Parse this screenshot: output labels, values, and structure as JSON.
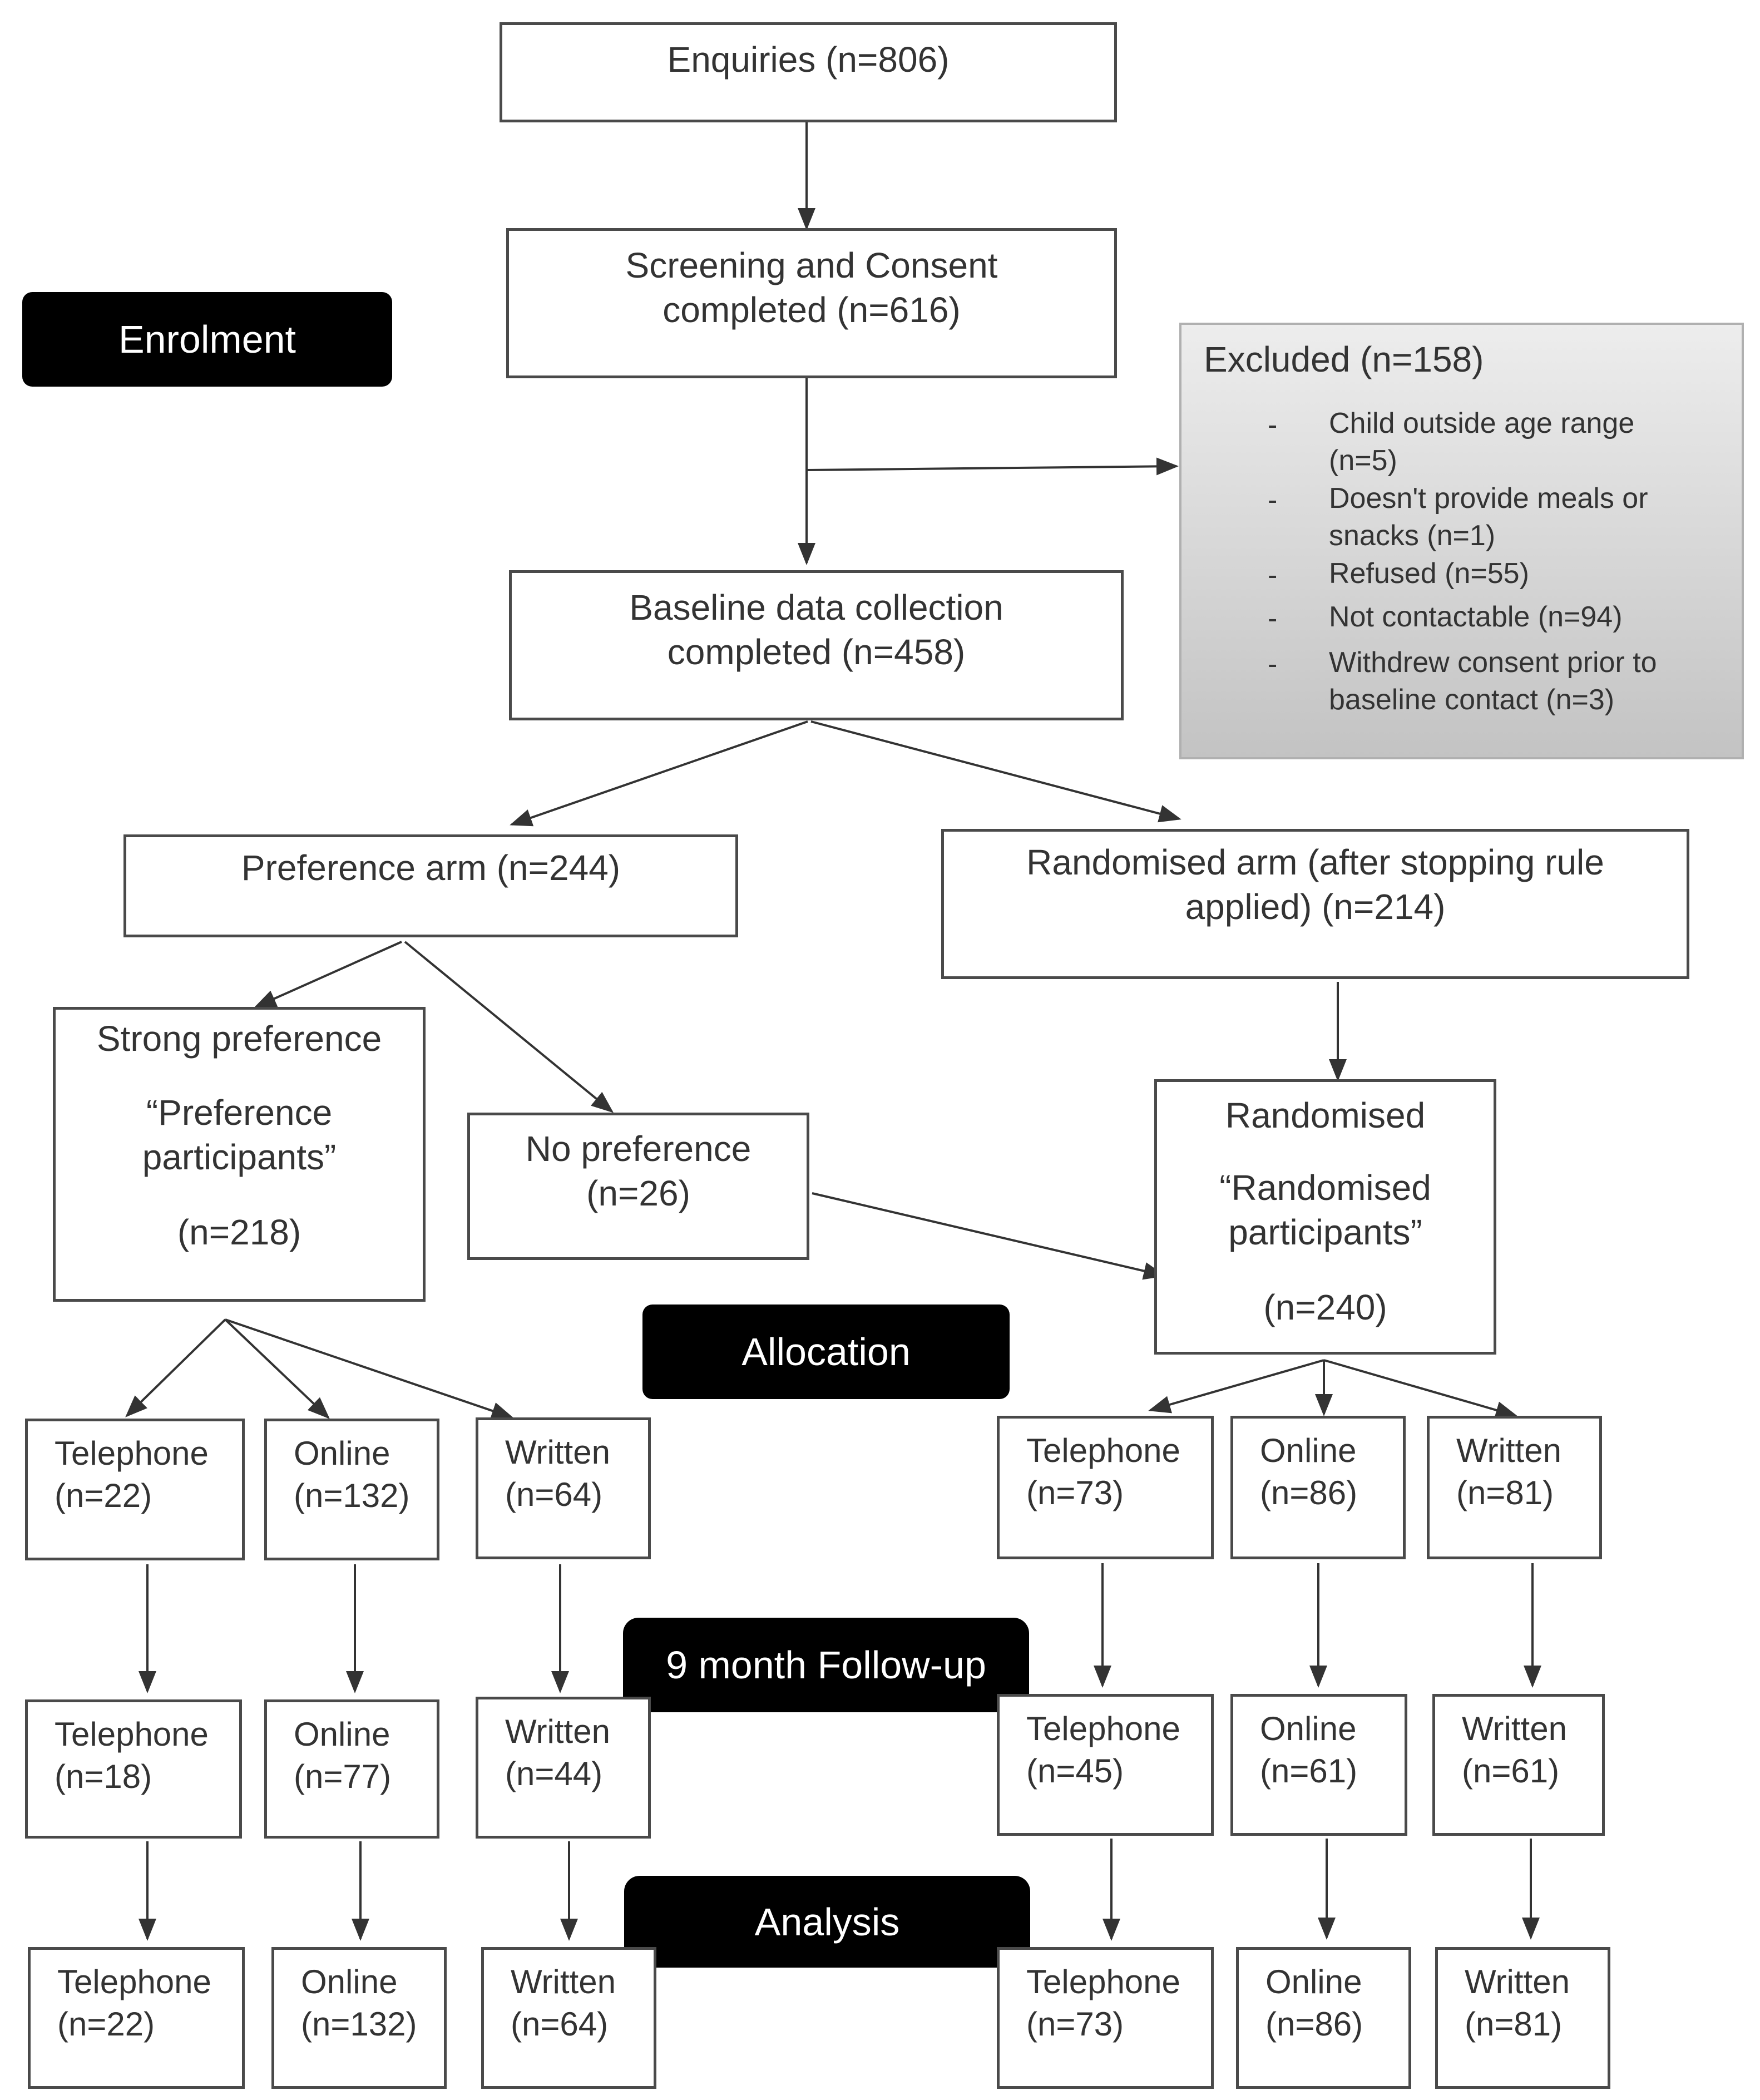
{
  "stage_labels": {
    "enrolment": "Enrolment",
    "allocation": "Allocation",
    "follow_up": "9 month Follow-up",
    "analysis": "Analysis"
  },
  "enquiries": "Enquiries (n=806)",
  "screening": {
    "line1": "Screening and Consent",
    "line2": "completed (n=616)"
  },
  "excluded": {
    "title": "Excluded (n=158)",
    "bullet": "-",
    "reasons": [
      {
        "line1": "Child outside age range",
        "line2": "(n=5)"
      },
      {
        "line1": "Doesn't provide meals or",
        "line2": "snacks (n=1)"
      },
      {
        "line1": "Refused (n=55)"
      },
      {
        "line1": "Not contactable (n=94)"
      },
      {
        "line1": "Withdrew consent prior to",
        "line2": "baseline contact (n=3)"
      }
    ]
  },
  "baseline": {
    "line1": "Baseline data collection",
    "line2": "completed (n=458)"
  },
  "preference_arm": "Preference arm (n=244)",
  "randomised_arm": {
    "line1": "Randomised arm (after stopping rule",
    "line2": "applied) (n=214)"
  },
  "strong_preference": {
    "line1": "Strong preference",
    "line2": "“Preference",
    "line3": "participants”",
    "line4": "(n=218)"
  },
  "no_preference": {
    "line1": "No preference",
    "line2": "(n=26)"
  },
  "randomised": {
    "line1": "Randomised",
    "line2": "“Randomised",
    "line3": "participants”",
    "line4": "(n=240)"
  },
  "preference_groups": {
    "allocation": [
      {
        "label": "Telephone",
        "count": "(n=22)"
      },
      {
        "label": "Online",
        "count": "(n=132)"
      },
      {
        "label": "Written",
        "count": "(n=64)"
      }
    ],
    "follow_up": [
      {
        "label": "Telephone",
        "count": "(n=18)"
      },
      {
        "label": "Online",
        "count": "(n=77)"
      },
      {
        "label": "Written",
        "count": "(n=44)"
      }
    ],
    "analysis": [
      {
        "label": "Telephone",
        "count": "(n=22)"
      },
      {
        "label": "Online",
        "count": "(n=132)"
      },
      {
        "label": "Written",
        "count": "(n=64)"
      }
    ]
  },
  "randomised_groups": {
    "allocation": [
      {
        "label": "Telephone",
        "count": "(n=73)"
      },
      {
        "label": "Online",
        "count": "(n=86)"
      },
      {
        "label": "Written",
        "count": "(n=81)"
      }
    ],
    "follow_up": [
      {
        "label": "Telephone",
        "count": "(n=45)"
      },
      {
        "label": "Online",
        "count": "(n=61)"
      },
      {
        "label": "Written",
        "count": "(n=61)"
      }
    ],
    "analysis": [
      {
        "label": "Telephone",
        "count": "(n=73)"
      },
      {
        "label": "Online",
        "count": "(n=86)"
      },
      {
        "label": "Written",
        "count": "(n=81)"
      }
    ]
  }
}
